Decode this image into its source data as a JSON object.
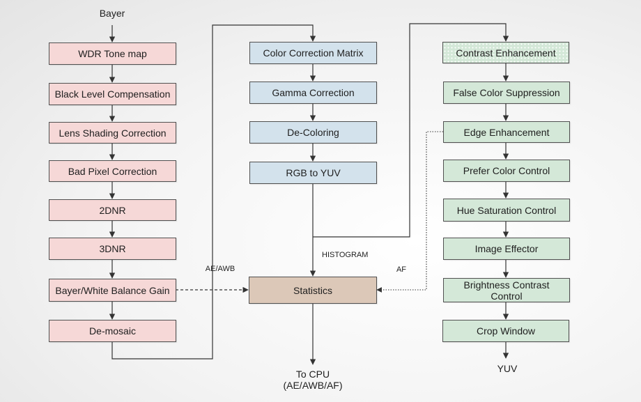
{
  "col1": {
    "input": "Bayer",
    "boxes": [
      "WDR Tone map",
      "Black Level Compensation",
      "Lens Shading Correction",
      "Bad Pixel Correction",
      "2DNR",
      "3DNR",
      "Bayer/White Balance Gain",
      "De-mosaic"
    ]
  },
  "col2": {
    "boxes": [
      "Color Correction Matrix",
      "Gamma Correction",
      "De-Coloring",
      "RGB to YUV"
    ],
    "statistics": "Statistics",
    "output_line1": "To CPU",
    "output_line2": "(AE/AWB/AF)"
  },
  "col3": {
    "boxes": [
      "Contrast Enhancement",
      "False Color Suppression",
      "Edge Enhancement",
      "Prefer Color Control",
      "Hue Saturation Control",
      "Image Effector",
      "Brightness Contrast Control",
      "Crop Window"
    ],
    "output": "YUV"
  },
  "labels": {
    "ae_awb": "AE/AWB",
    "histogram": "HISTOGRAM",
    "af": "AF"
  },
  "colors": {
    "pink": "#f6d8d7",
    "blue": "#d3e2ec",
    "green": "#d4e8d8",
    "tan": "#dcc8b8",
    "line": "#333333"
  }
}
